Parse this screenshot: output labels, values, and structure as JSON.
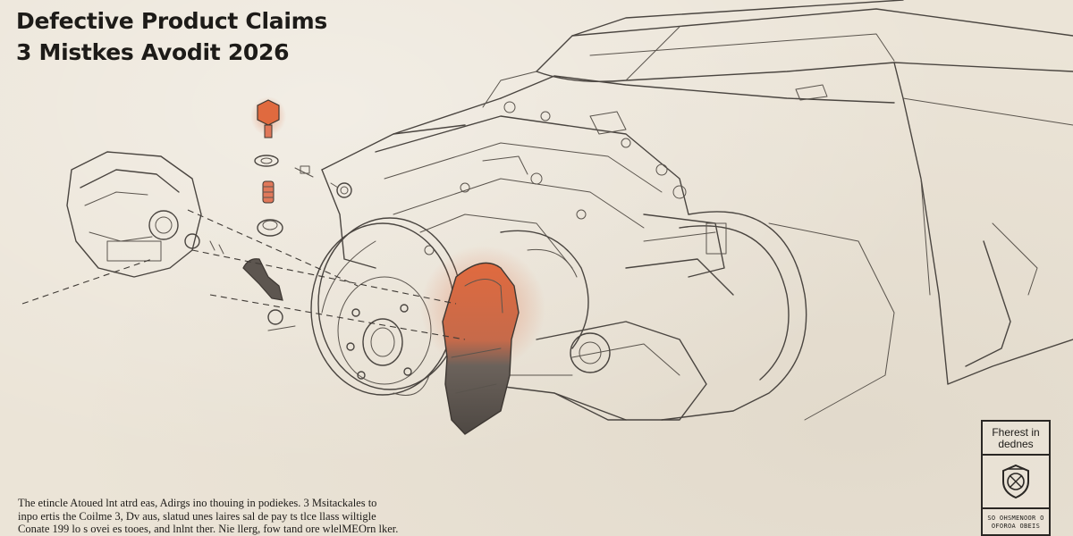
{
  "title": {
    "line1": "Defective Product Claims",
    "line2": "3 Mistkes Avodit 2026"
  },
  "caption": {
    "line1": "The etincle Atoued lnt atrd eas, Adirgs ino thouing in podiekes. 3 Msitackales to",
    "line2": "inpo ertis the Coilme 3, Dv aus, slatud unes laires sal de pay ts tlce llass wiltigle",
    "line3": "Conate 199 lo s ovei es tooes, and lnlnt ther. Nie llerg, fow tand ore wlelMEOrn lker."
  },
  "stamp": {
    "top_text": "Fherest in dednes",
    "bottom_text": "SO OHSMENOOR O OFOROA OBEIS",
    "icon": "inspection-shield-icon"
  },
  "colors": {
    "paper": "#ebe4d7",
    "ink": "#1d1b18",
    "accent_orange": "#e06a3f",
    "caliper_gray": "#5d5650"
  },
  "icons": {
    "vehicle": "car-body-sketch",
    "brake_disc": "brake-rotor-icon",
    "brake_caliper": "brake-caliper-icon",
    "bolt": "bolt-icon",
    "washer": "washer-icon",
    "spring": "spring-icon",
    "bracket": "bracket-icon"
  }
}
